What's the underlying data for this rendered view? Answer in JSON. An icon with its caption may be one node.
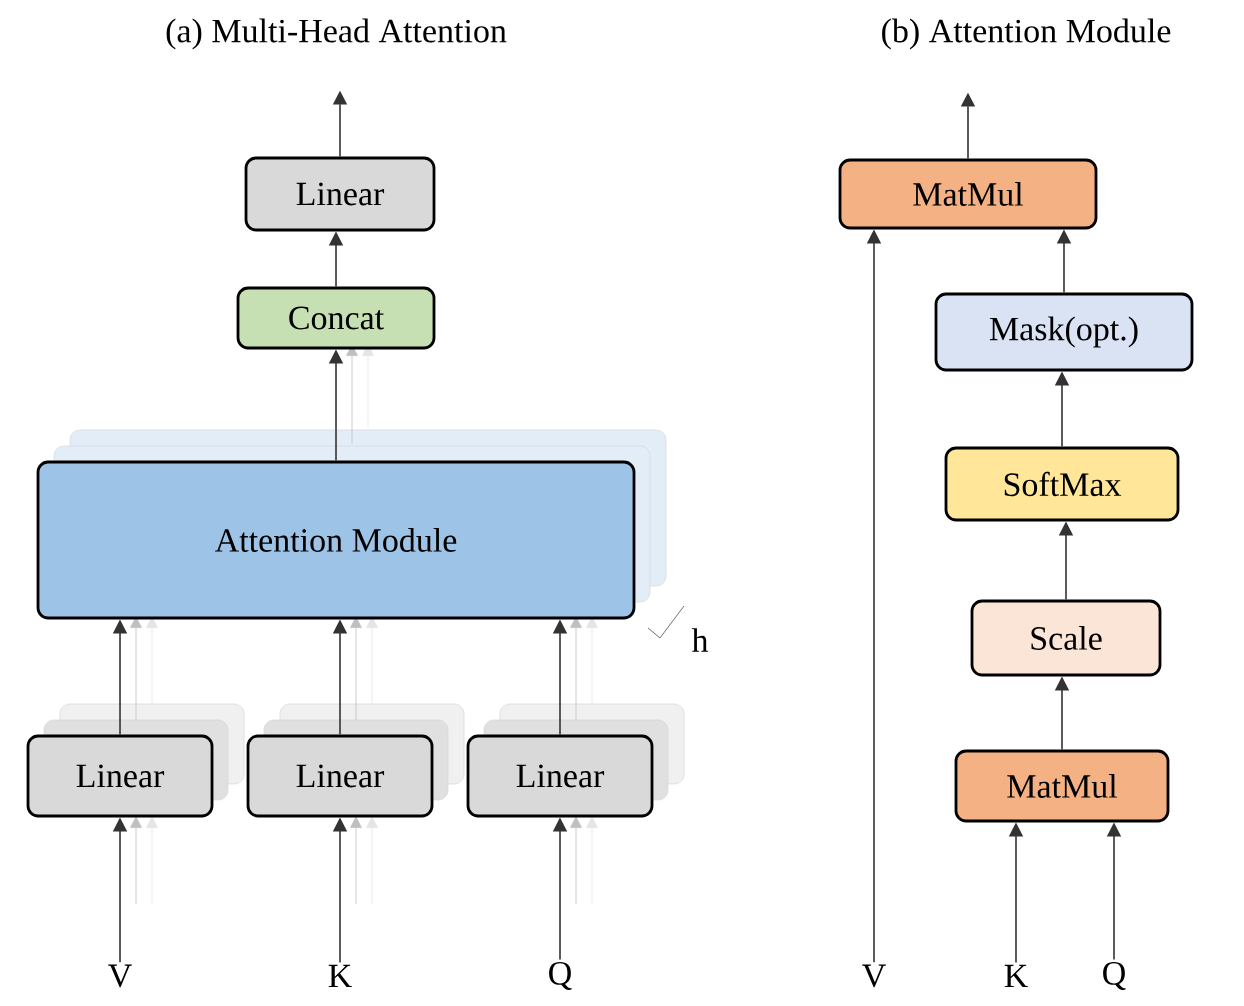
{
  "diagram": {
    "nodes": [
      {
        "text": [
          "Linear"
        ]
      },
      {
        "text": [
          "Concat"
        ]
      },
      {
        "text": [
          "Attention Module"
        ]
      },
      {
        "text": [
          "Linear"
        ]
      },
      {
        "text": [
          "Linear"
        ]
      },
      {
        "text": [
          "Linear"
        ]
      },
      {
        "text": [
          "V"
        ]
      },
      {
        "text": [
          "K"
        ]
      },
      {
        "text": [
          "Q"
        ]
      },
      {
        "text": [
          "MatMul"
        ]
      },
      {
        "text": [
          "Mask(opt.)"
        ]
      },
      {
        "text": [
          "SoftMax"
        ]
      },
      {
        "text": [
          "Scale"
        ]
      },
      {
        "text": [
          "MatMul"
        ]
      },
      {
        "text": [
          "V"
        ]
      },
      {
        "text": [
          "K"
        ]
      },
      {
        "text": [
          "Q"
        ]
      }
    ],
    "edges": [
      {
        "from": 0,
        "to": null,
        "arrow": "to"
      },
      {
        "from": 1,
        "to": 0,
        "arrow": "to"
      },
      {
        "from": 2,
        "to": 1,
        "arrow": "to"
      },
      {
        "from": 3,
        "to": 2,
        "arrow": "to"
      },
      {
        "from": 4,
        "to": 2,
        "arrow": "to"
      },
      {
        "from": 5,
        "to": 2,
        "arrow": "to"
      },
      {
        "from": 6,
        "to": 3,
        "arrow": "to"
      },
      {
        "from": 7,
        "to": 4,
        "arrow": "to"
      },
      {
        "from": 8,
        "to": 5,
        "arrow": "to"
      },
      {
        "from": 9,
        "to": null,
        "arrow": "to"
      },
      {
        "from": 10,
        "to": 9,
        "arrow": "to"
      },
      {
        "from": 11,
        "to": 10,
        "arrow": "to"
      },
      {
        "from": 12,
        "to": 11,
        "arrow": "to"
      },
      {
        "from": 13,
        "to": 12,
        "arrow": "to"
      },
      {
        "from": 14,
        "to": 9,
        "arrow": "to"
      },
      {
        "from": 15,
        "to": 13,
        "arrow": "to"
      },
      {
        "from": 16,
        "to": 13,
        "arrow": "to"
      }
    ],
    "labels": [
      "(a) Multi-Head Attention",
      "(b) Attention Module",
      "h"
    ]
  }
}
